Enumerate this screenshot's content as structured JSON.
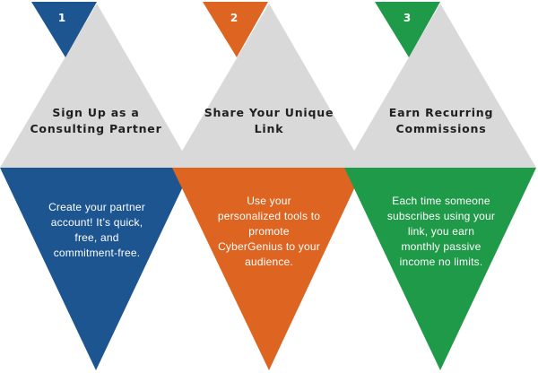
{
  "colors": {
    "gray": "#d9d9d9",
    "blue": "#1d5590",
    "orange": "#dd6521",
    "green": "#1f9a48"
  },
  "steps": [
    {
      "number": "1",
      "color": "blue",
      "title": [
        "Sign Up as a",
        "Consulting Partner"
      ],
      "description": [
        "Create your partner",
        "account! It’s quick,",
        "free, and",
        "commitment-free."
      ]
    },
    {
      "number": "2",
      "color": "orange",
      "title": [
        "Share Your Unique",
        "Link"
      ],
      "description": [
        "Use your",
        "personalized tools to",
        "promote",
        "CyberGenius to your",
        "audience."
      ]
    },
    {
      "number": "3",
      "color": "green",
      "title": [
        "Earn Recurring",
        "Commissions"
      ],
      "description": [
        "Each time someone",
        "subscribes using your",
        "link, you earn",
        "monthly passive",
        "income  no limits."
      ]
    }
  ]
}
